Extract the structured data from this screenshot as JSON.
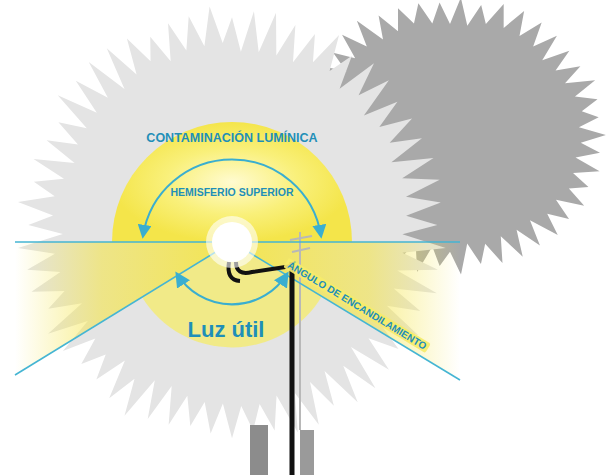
{
  "diagram": {
    "labels": [
      "CONTAMINACIÓN LUMÍNICA",
      "HEMISFERIO SUPERIOR",
      "ÁNGULO DE ENCANDILAMIENTO",
      "Luz útil"
    ]
  }
}
